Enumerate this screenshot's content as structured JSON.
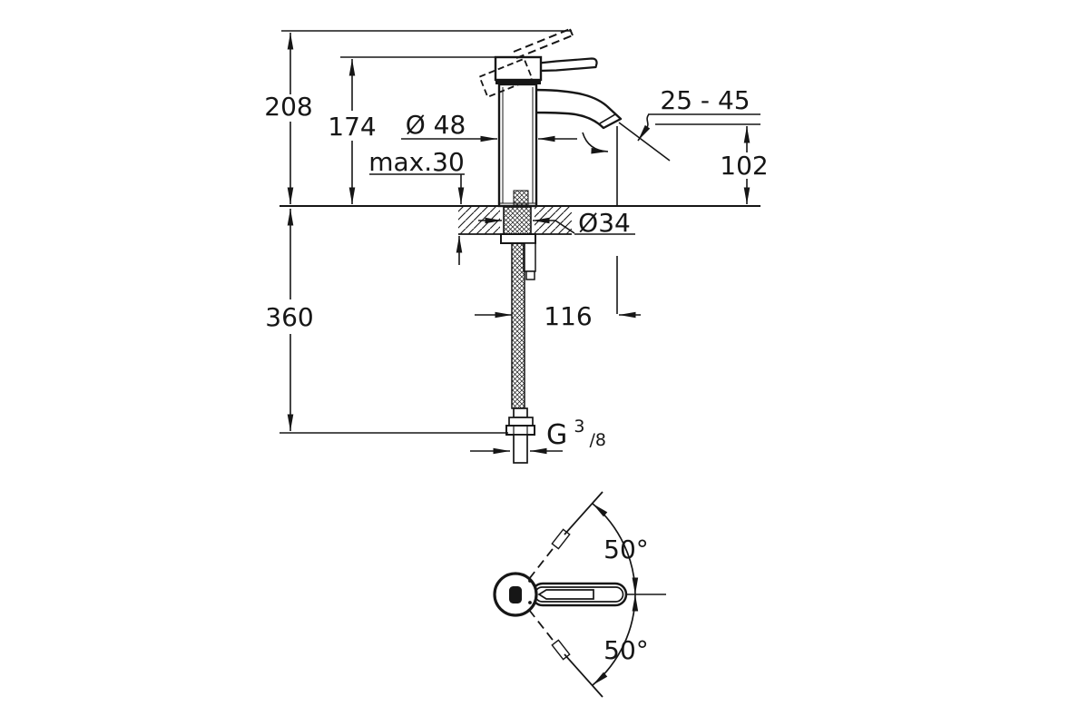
{
  "page": {
    "background": "#ffffff",
    "line_color": "#161616",
    "description_labels_only": true
  },
  "front_view": {
    "labels": {
      "total_height": "208",
      "body_height": "174",
      "body_diameter": "Ø 48",
      "max_deck_thickness": "max.30",
      "aerator_angle_range": "25 - 45",
      "spout_height": "102",
      "shank_diameter": "Ø34",
      "hose_length": "360",
      "spout_reach": "116",
      "thread_g": "G",
      "thread_sup": "3",
      "thread_sub": "/8"
    }
  },
  "top_view": {
    "labels": {
      "swivel_upper": "50°",
      "swivel_lower": "50°"
    }
  }
}
